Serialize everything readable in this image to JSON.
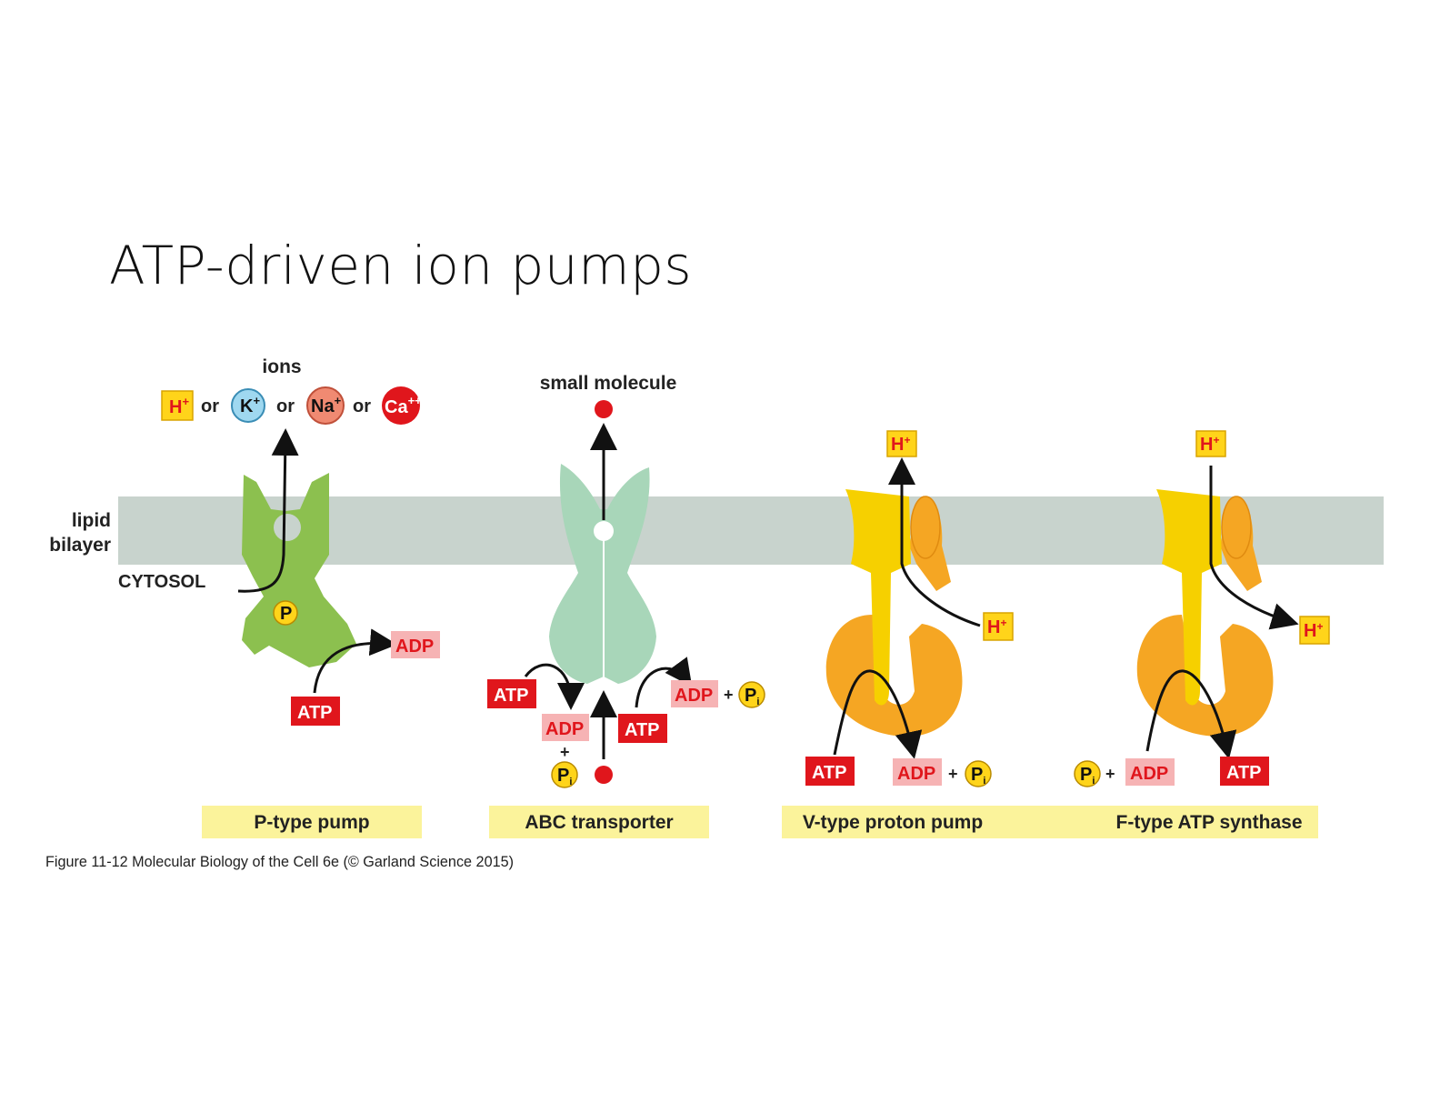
{
  "slide": {
    "title": "ATP-driven ion pumps"
  },
  "labels": {
    "ions": "ions",
    "or": "or",
    "h_plus": "H",
    "k_plus": "K",
    "na_plus": "Na",
    "ca": "Ca",
    "plus": "+",
    "plus_plus": "++",
    "small_molecule": "small molecule",
    "lipid": "lipid",
    "bilayer": "bilayer",
    "cytosol": "CYTOSOL",
    "p": "P",
    "atp": "ATP",
    "adp": "ADP",
    "pi_p": "P",
    "pi_i": "i"
  },
  "captions": [
    "P-type pump",
    "ABC transporter",
    "V-type proton pump",
    "F-type ATP synthase"
  ],
  "figure_credit": "Figure 11-12 Molecular Biology of the Cell 6e (© Garland Science 2015)",
  "colors": {
    "membrane": "#c8d3cd",
    "p_type": "#8cc04f",
    "abc": "#a8d6b9",
    "pump_yellow": "#f6d000",
    "pump_orange": "#f5a623",
    "atp_box": "#e0161c",
    "adp_box": "#f6b3b4",
    "h_box": "#ffd41a",
    "caption_bg": "#fbf39b",
    "k_ion": "#9fd8f0",
    "na_ion": "#f08a72",
    "ca_ion": "#e0161c"
  }
}
